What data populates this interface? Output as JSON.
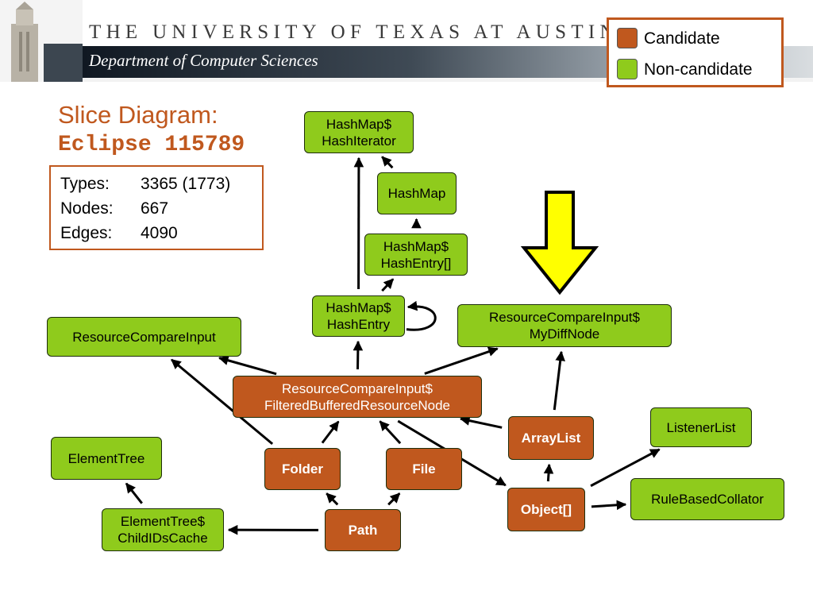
{
  "header": {
    "university": "THE UNIVERSITY OF TEXAS AT AUSTIN",
    "department": "Department of Computer Sciences"
  },
  "legend": {
    "candidate": {
      "label": "Candidate",
      "color": "#c0581e"
    },
    "noncandidate": {
      "label": "Non-candidate",
      "color": "#8fcb1c"
    }
  },
  "title": {
    "line1": "Slice Diagram:",
    "line2": "Eclipse 115789"
  },
  "stats": [
    {
      "name": "Types:",
      "value": "3365 (1773)"
    },
    {
      "name": "Nodes:",
      "value": "667"
    },
    {
      "name": "Edges:",
      "value": "4090"
    }
  ],
  "nodes": {
    "hashmap_hashiterator": {
      "label": "HashMap$\nHashIterator",
      "kind": "non-candidate"
    },
    "hashmap": {
      "label": "HashMap",
      "kind": "non-candidate"
    },
    "hashmap_hashentry_array": {
      "label": "HashMap$\nHashEntry[]",
      "kind": "non-candidate"
    },
    "hashmap_hashentry": {
      "label": "HashMap$\nHashEntry",
      "kind": "non-candidate"
    },
    "resourcecompareinput": {
      "label": "ResourceCompareInput",
      "kind": "non-candidate"
    },
    "mydiffnode": {
      "label": "ResourceCompareInput$\nMyDiffNode",
      "kind": "non-candidate"
    },
    "filteredbufferedresourcenode": {
      "label": "ResourceCompareInput$\nFilteredBufferedResourceNode",
      "kind": "candidate"
    },
    "arraylist": {
      "label": "ArrayList",
      "kind": "candidate"
    },
    "listenerlist": {
      "label": "ListenerList",
      "kind": "non-candidate"
    },
    "elementtree": {
      "label": "ElementTree",
      "kind": "non-candidate"
    },
    "folder": {
      "label": "Folder",
      "kind": "candidate"
    },
    "file": {
      "label": "File",
      "kind": "candidate"
    },
    "object_array": {
      "label": "Object[]",
      "kind": "candidate"
    },
    "rulebasedcollator": {
      "label": "RuleBasedCollator",
      "kind": "non-candidate"
    },
    "childidscache": {
      "label": "ElementTree$\nChildIDsCache",
      "kind": "non-candidate"
    },
    "path": {
      "label": "Path",
      "kind": "candidate"
    }
  },
  "edges": [
    {
      "from": "hashmap",
      "to": "hashmap_hashiterator"
    },
    {
      "from": "hashmap_hashentry_array",
      "to": "hashmap"
    },
    {
      "from": "hashmap_hashentry",
      "to": "hashmap_hashentry_array"
    },
    {
      "from": "hashmap_hashentry",
      "to": "hashmap_hashiterator"
    },
    {
      "from": "hashmap_hashentry",
      "to": "hashmap_hashentry"
    },
    {
      "from": "filteredbufferedresourcenode",
      "to": "hashmap_hashentry"
    },
    {
      "from": "filteredbufferedresourcenode",
      "to": "mydiffnode"
    },
    {
      "from": "filteredbufferedresourcenode",
      "to": "resourcecompareinput"
    },
    {
      "from": "filteredbufferedresourcenode",
      "to": "object_array"
    },
    {
      "from": "folder",
      "to": "resourcecompareinput"
    },
    {
      "from": "folder",
      "to": "filteredbufferedresourcenode"
    },
    {
      "from": "file",
      "to": "filteredbufferedresourcenode"
    },
    {
      "from": "arraylist",
      "to": "filteredbufferedresourcenode"
    },
    {
      "from": "arraylist",
      "to": "mydiffnode"
    },
    {
      "from": "object_array",
      "to": "arraylist"
    },
    {
      "from": "object_array",
      "to": "listenerlist"
    },
    {
      "from": "object_array",
      "to": "rulebasedcollator"
    },
    {
      "from": "path",
      "to": "folder"
    },
    {
      "from": "path",
      "to": "file"
    },
    {
      "from": "path",
      "to": "childidscache"
    },
    {
      "from": "childidscache",
      "to": "elementtree"
    }
  ],
  "highlight_arrow": {
    "color": "#ffff00",
    "points_to": "mydiffnode"
  }
}
